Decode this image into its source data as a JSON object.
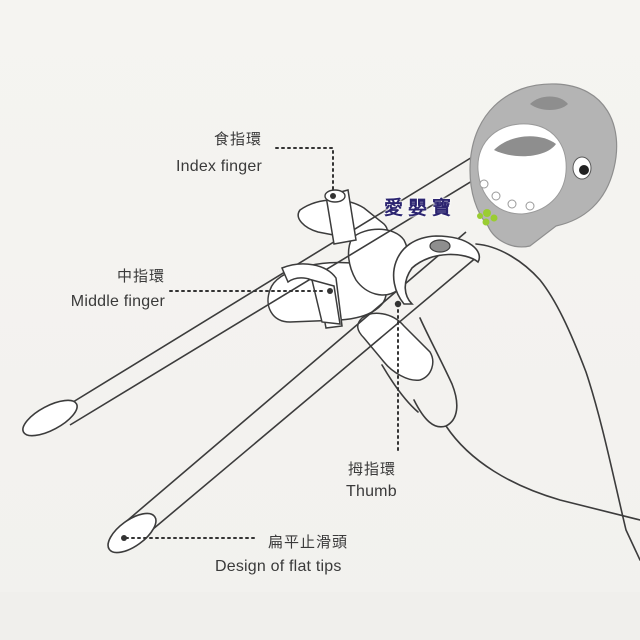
{
  "labels": {
    "index": {
      "zh": "食指環",
      "en": "Index finger"
    },
    "middle": {
      "zh": "中指環",
      "en": "Middle finger"
    },
    "thumb": {
      "zh": "拇指環",
      "en": "Thumb"
    },
    "tips": {
      "zh": "扁平止滑頭",
      "en": "Design of flat tips"
    }
  },
  "watermark": "愛嬰寶",
  "colors": {
    "line": "#3c3c3c",
    "figure_fill": "#b4b4b4",
    "figure_dark": "#8e8e8e",
    "leader": "#333333",
    "watermark": "#2b2470",
    "leaf": "#9acd32"
  }
}
